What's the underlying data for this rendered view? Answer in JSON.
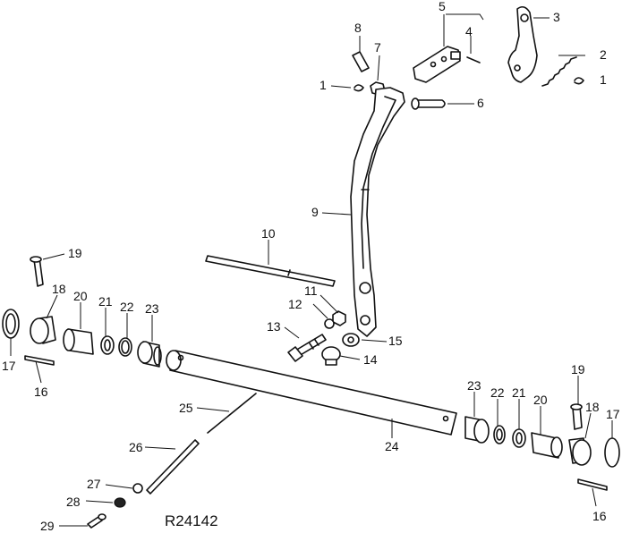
{
  "figure": {
    "figure_id": "R24142"
  },
  "callouts": {
    "c1a": "1",
    "c1b": "1",
    "c2": "2",
    "c3": "3",
    "c4": "4",
    "c5": "5",
    "c6": "6",
    "c7": "7",
    "c8": "8",
    "c9": "9",
    "c10": "10",
    "c11": "11",
    "c12": "12",
    "c13": "13",
    "c14": "14",
    "c15": "15",
    "c16a": "16",
    "c16b": "16",
    "c17a": "17",
    "c17b": "17",
    "c18a": "18",
    "c18b": "18",
    "c19a": "19",
    "c19b": "19",
    "c20a": "20",
    "c20b": "20",
    "c21a": "21",
    "c21b": "21",
    "c22a": "22",
    "c22b": "22",
    "c23a": "23",
    "c23b": "23",
    "c24": "24",
    "c25": "25",
    "c26": "26",
    "c27": "27",
    "c28": "28",
    "c29": "29"
  },
  "colors": {
    "ink": "#111111",
    "paper": "#ffffff"
  }
}
